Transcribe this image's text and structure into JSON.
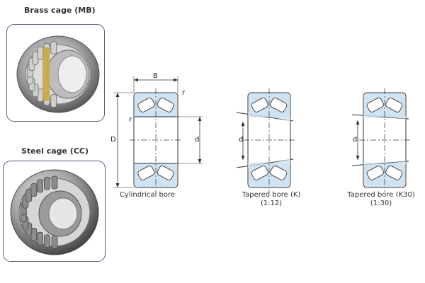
{
  "photos": {
    "brass": {
      "title": "Brass cage (MB)",
      "cage_color": "#c9a64a"
    },
    "steel": {
      "title": "Steel cage (CC)",
      "cage_color": "#8c8c8c"
    }
  },
  "diagrams": {
    "cylindrical": {
      "label_line1": "Cylindrical bore",
      "label_line2": ""
    },
    "tapered_k": {
      "label_line1": "Tapered bore (K)",
      "label_line2": "(1:12)"
    },
    "tapered_k30": {
      "label_line1": "Tapered bore (K30)",
      "label_line2": "(1:30)"
    }
  },
  "dimensions": {
    "width": "B",
    "outer_diameter": "D",
    "bore_diameter": "d",
    "chamfer": "r"
  },
  "colors": {
    "section_fill": "#cfe3f3",
    "frame_border": "#5d5a80",
    "line": "#333333"
  }
}
